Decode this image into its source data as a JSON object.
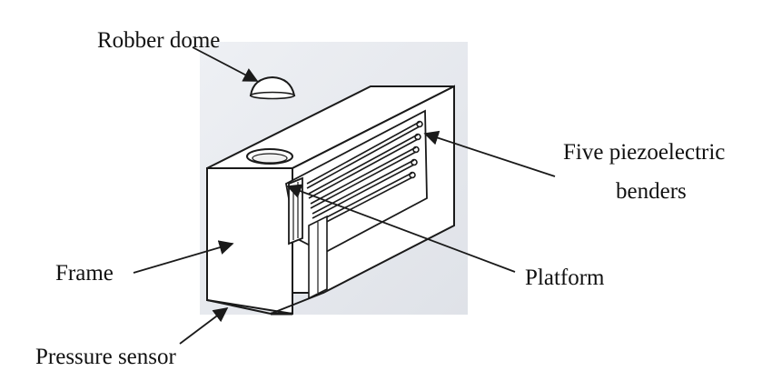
{
  "labels": {
    "robber_dome": "Robber dome",
    "five_benders_line1": "Five piezoelectric",
    "five_benders_line2": "benders",
    "frame": "Frame",
    "platform": "Platform",
    "pressure_sensor": "Pressure sensor"
  },
  "colors": {
    "background_panel": "#e9ebf0",
    "face_white": "#ffffff",
    "outline": "#1a1a1a",
    "text": "#111111"
  }
}
